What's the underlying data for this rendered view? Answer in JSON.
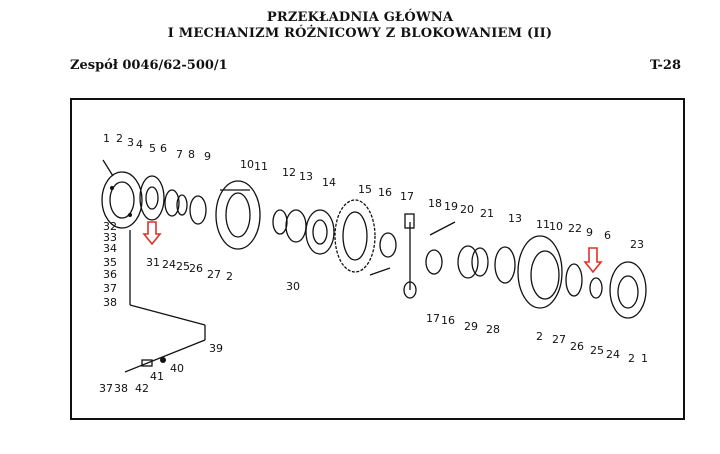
{
  "header": {
    "title_line1": "PRZEKŁADNIA GŁÓWNA",
    "title_line2": "I MECHANIZM RÓŻNICOWY Z BLOKOWANIEM (II)",
    "assembly": "Zespół 0046/62-500/1",
    "page_code": "T-28"
  },
  "callouts": [
    "1",
    "2",
    "3",
    "4",
    "5",
    "6",
    "7",
    "8",
    "9",
    "10",
    "11",
    "12",
    "13",
    "14",
    "15",
    "16",
    "17",
    "18",
    "19",
    "20",
    "21",
    "13",
    "11",
    "10",
    "22",
    "9",
    "6",
    "23",
    "32",
    "33",
    "34",
    "35",
    "36",
    "37",
    "38",
    "31",
    "24",
    "25",
    "26",
    "27",
    "2",
    "30",
    "17",
    "16",
    "29",
    "28",
    "39",
    "37",
    "38",
    "42",
    "41",
    "40",
    "2",
    "27",
    "26",
    "25",
    "24",
    "2",
    "1"
  ],
  "colors": {
    "ink": "#111111",
    "highlight_arrow": "#e0302a"
  }
}
